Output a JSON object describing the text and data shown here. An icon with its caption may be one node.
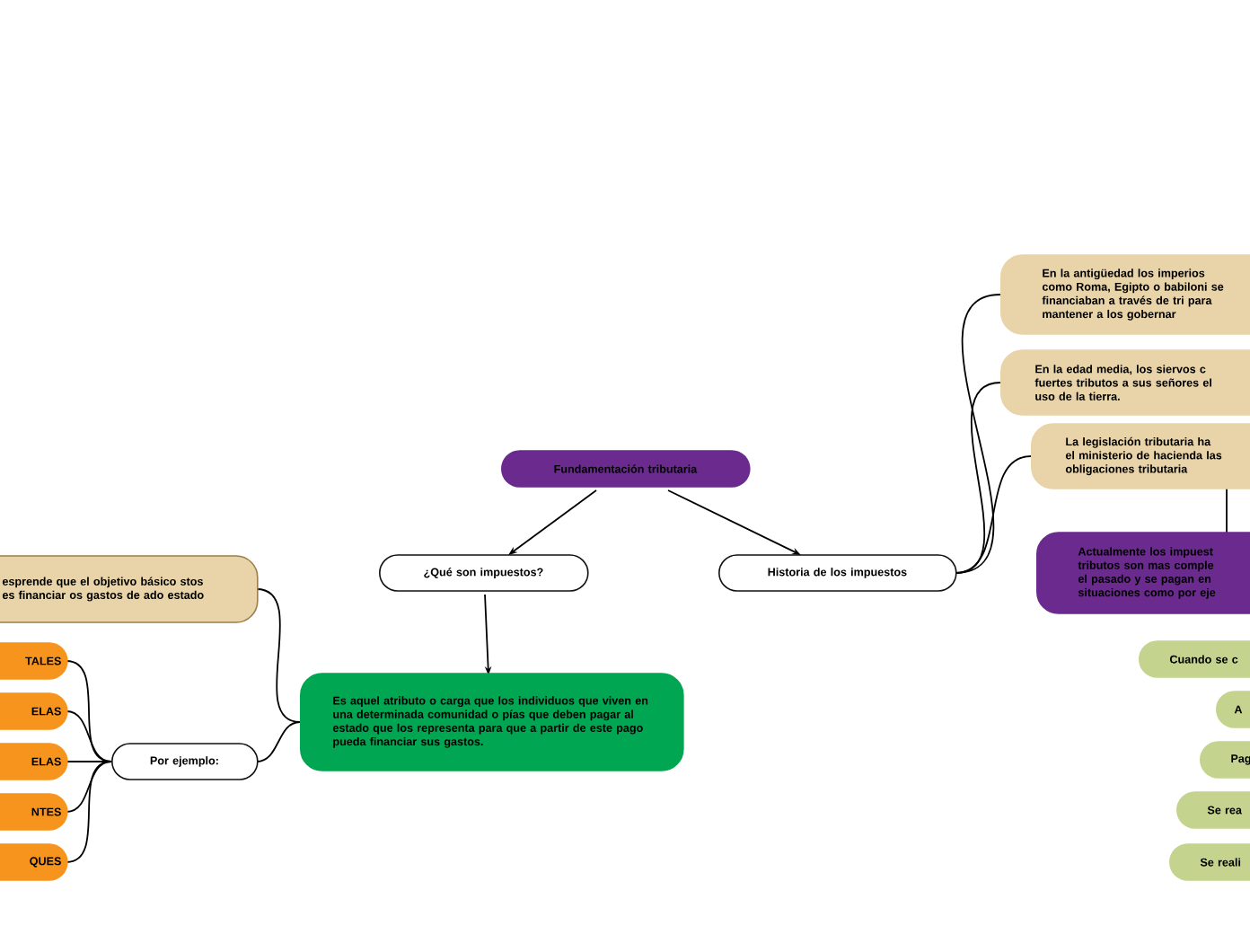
{
  "diagram": {
    "nodes": [
      {
        "text": [
          "Fundamentación tributaria"
        ]
      },
      {
        "text": [
          "¿Qué son impuestos?"
        ]
      },
      {
        "text": [
          "Historia de los impuestos"
        ]
      },
      {
        "text": [
          "Es aquel atributo o carga que los individuos que viven en una determinada comunidad o pías que deben pagar al estado que los representa para que a partir de este pago pueda financiar sus gastos."
        ]
      },
      {
        "text": [
          "Por ejemplo:"
        ]
      },
      {
        "text": [
          "esprende que el objetivo básico stos es financiar os gastos de ado estado"
        ]
      },
      {
        "text": [
          "TALES"
        ]
      },
      {
        "text": [
          "ELAS"
        ]
      },
      {
        "text": [
          "ELAS"
        ]
      },
      {
        "text": [
          "NTES"
        ]
      },
      {
        "text": [
          "QUES"
        ]
      },
      {
        "text": [
          "En la antigüedad los imperios como Roma, Egipto o babiloni se financiaban a través de tri para mantener a los gobernar"
        ]
      },
      {
        "text": [
          "En la edad media, los siervos c fuertes tributos a sus señores el uso de la tierra."
        ]
      },
      {
        "text": [
          "La legislación tributaria ha el ministerio de hacienda las obligaciones tributaria"
        ]
      },
      {
        "text": [
          "Actualmente los impuest tributos son mas comple el pasado y se pagan en situaciones como por eje"
        ]
      },
      {
        "text": [
          "Cuando se c"
        ]
      },
      {
        "text": [
          "A"
        ]
      },
      {
        "text": [
          "Pag"
        ]
      },
      {
        "text": [
          "Se rea"
        ]
      },
      {
        "text": [
          "Se reali"
        ]
      }
    ],
    "edges": [
      {
        "from": 0,
        "to": 1,
        "arrow": "to"
      },
      {
        "from": 0,
        "to": 2,
        "arrow": "to"
      },
      {
        "from": 1,
        "to": 3,
        "arrow": "to"
      },
      {
        "from": 3,
        "to": 5,
        "arrow": "none"
      },
      {
        "from": 3,
        "to": 4,
        "arrow": "none"
      },
      {
        "from": 4,
        "to": 6,
        "arrow": "none"
      },
      {
        "from": 4,
        "to": 7,
        "arrow": "none"
      },
      {
        "from": 4,
        "to": 8,
        "arrow": "none"
      },
      {
        "from": 4,
        "to": 9,
        "arrow": "none"
      },
      {
        "from": 4,
        "to": 10,
        "arrow": "none"
      },
      {
        "from": 2,
        "to": 11,
        "arrow": "none"
      },
      {
        "from": 2,
        "to": 12,
        "arrow": "none"
      },
      {
        "from": 2,
        "to": 13,
        "arrow": "none"
      },
      {
        "from": 13,
        "to": 14,
        "arrow": "none"
      }
    ]
  }
}
